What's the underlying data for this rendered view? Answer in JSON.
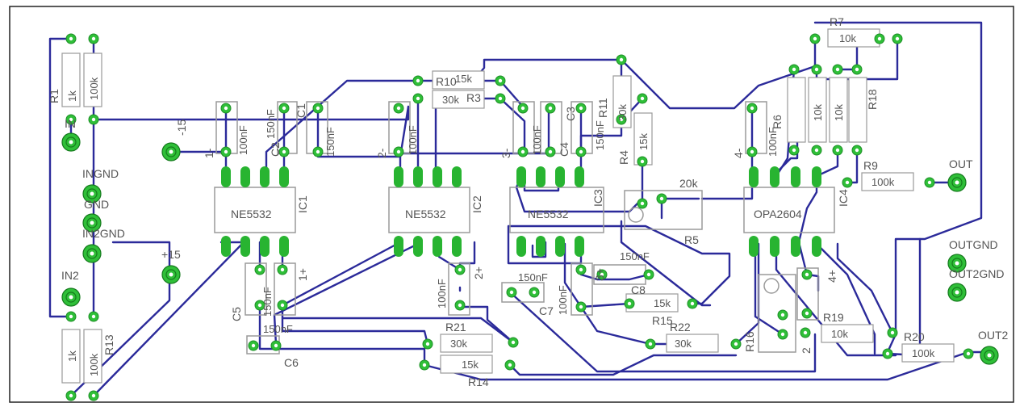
{
  "labels": {
    "r1": "R1",
    "r1_val": "1k",
    "r1_val2": "100k",
    "in": "IN",
    "m15": "-15",
    "ingnd": "INGND",
    "gnd": "GND",
    "in2gnd": "IN2GND",
    "p15": "+15",
    "in2": "IN2",
    "r13": "R13",
    "r13_val": "1k",
    "r13_val2": "100k",
    "c1_val": "100nF",
    "c1": "C1",
    "c2": "C2",
    "c2_val": "150nF",
    "c150a": "150nF",
    "ic1": "IC1",
    "ne1": "NE5532",
    "r10": "R10",
    "r10_val": "15k",
    "r3": "R3",
    "r3_val": "30k",
    "c100b": "100nF",
    "ne2": "NE5532",
    "ic2": "IC2",
    "r11": "R11",
    "r11_val": "30k",
    "r4": "R4",
    "r4_val": "15k",
    "c3": "C3",
    "c4": "C4",
    "c4_val": "150nF",
    "c100c": "100nF",
    "ne3": "NE5532",
    "ic3": "IC3",
    "r5_val": "20k",
    "r5": "R5",
    "r7": "R7",
    "r7_val": "10k",
    "r6": "R6",
    "r10b_val": "10k",
    "r18": "R18",
    "r18_val": "10k",
    "r9": "R9",
    "r9_val": "100k",
    "out": "OUT",
    "opa": "OPA2604",
    "ic4": "IC4",
    "c100d": "100nF",
    "outgnd": "OUTGND",
    "out2gnd": "OUT2GND",
    "out2": "OUT2",
    "r20": "R20",
    "r20_val": "100k",
    "r19": "R19",
    "r19_val": "10k",
    "r16": "R16",
    "r22": "R22",
    "r22_val": "30k",
    "r15": "R15",
    "r15_val": "15k",
    "c8": "C8",
    "c8_val": "150nF",
    "c7": "C7",
    "c7_val": "150nF",
    "c100e": "100nF",
    "r21": "R21",
    "r21_val": "30k",
    "r14": "R14",
    "r14_val": "15k",
    "c6": "C6",
    "c6_val": "150nF",
    "c5": "C5",
    "c5_val": "150nF",
    "c100f": "100nF",
    "pin1m": "1-",
    "pin2m": "2-",
    "pin3m": "3-",
    "pin4m": "4-",
    "pin1p": "1+",
    "pin2p": "2+",
    "pin3p": "3+",
    "pin4p": "4+",
    "pin2": "2"
  },
  "colors": {
    "trace": "#2b2a9a",
    "pad": "#2fbf38",
    "silk": "#555555",
    "outline": "#9a9a9a"
  }
}
